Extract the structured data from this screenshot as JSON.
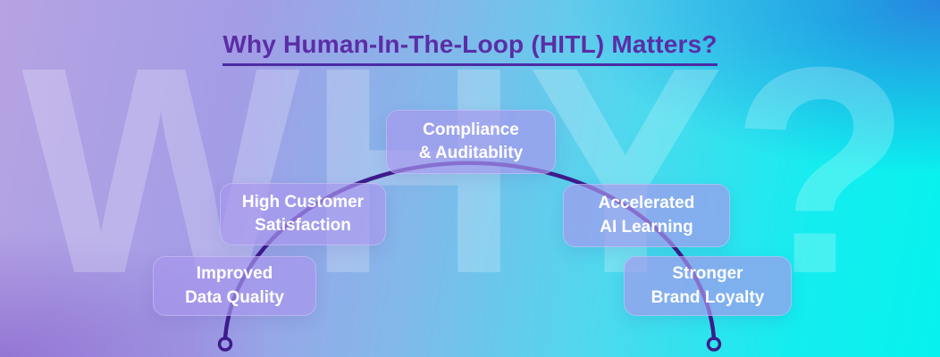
{
  "title": {
    "text": "Why Human-In-The-Loop (HITL) Matters?"
  },
  "watermark": {
    "text": "WHY?"
  },
  "benefits": [
    {
      "id": "compliance",
      "line1": "Compliance",
      "line2": "& Auditablity"
    },
    {
      "id": "high-customer",
      "line1": "High Customer",
      "line2": "Satisfaction"
    },
    {
      "id": "accelerated",
      "line1": "Accelerated",
      "line2": "AI Learning"
    },
    {
      "id": "improved",
      "line1": "Improved",
      "line2": "Data Quality"
    },
    {
      "id": "stronger",
      "line1": "Stronger",
      "line2": "Brand Loyalty"
    }
  ],
  "colors": {
    "title_purple": "#5b2da6",
    "underline_purple": "#4c2aa4",
    "arc_purple": "#3e1c8b",
    "card_fill": "rgba(168,150,238,0.68)",
    "card_text": "#ffffff",
    "bg_top_left": "#b6a3e3",
    "bg_bottom_left": "#8a63c8",
    "bg_top_right": "#2f8bdf",
    "bg_bottom_right": "#06f2ee",
    "watermark_white": "rgba(255,255,255,0.22)"
  }
}
